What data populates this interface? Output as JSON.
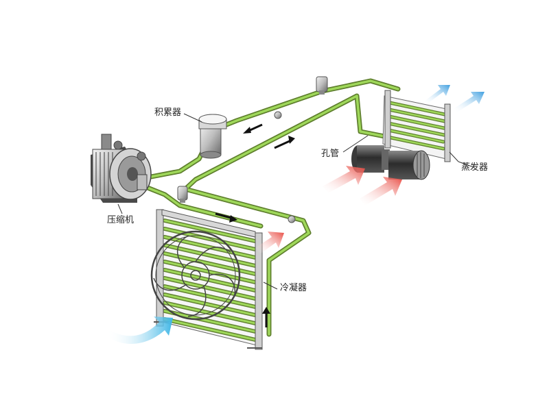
{
  "labels": {
    "accumulator": "积累器",
    "orifice_tube": "孔管",
    "evaporator": "蒸发器",
    "compressor": "压缩机",
    "condenser": "冷凝器"
  },
  "colors": {
    "pipe_outer": "#5f7f2e",
    "pipe_inner": "#9fd85a",
    "coil_green": "#7cc447",
    "metal_light": "#dcdcdc",
    "metal_dark": "#6d6d6d",
    "hot_air": "#e8483f",
    "cool_air": "#3f9fe0",
    "flow_arrow": "#111111"
  },
  "icons": [
    "compressor-icon",
    "accumulator-icon",
    "evaporator-icon",
    "condenser-icon",
    "blower-icon",
    "fan-icon",
    "pressure-switch-icon",
    "hot-air-arrow-icon",
    "cool-air-arrow-icon",
    "flow-arrow-icon"
  ]
}
